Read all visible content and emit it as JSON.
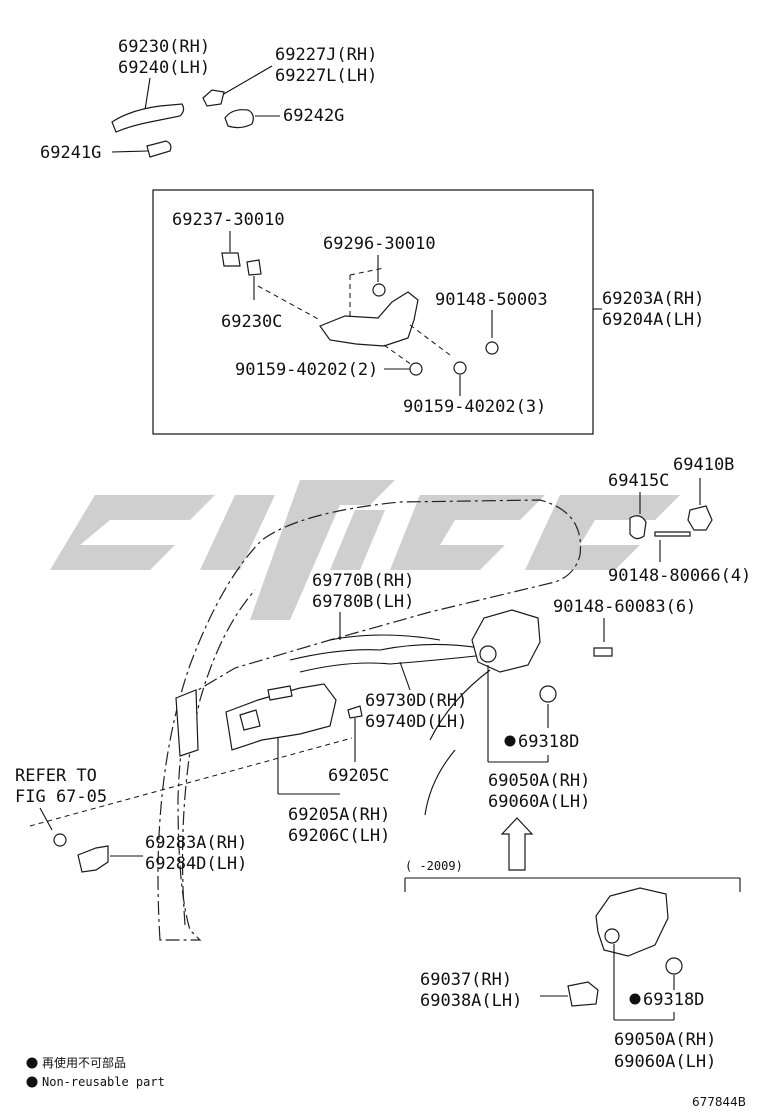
{
  "labels": {
    "p69230": "69230(RH)",
    "p69240": "69240(LH)",
    "p69227J": "69227J(RH)",
    "p69227L": "69227L(LH)",
    "p69242G": "69242G",
    "p69241G": "69241G",
    "p69237": "69237-30010",
    "p69296": "69296-30010",
    "p69230C": "69230C",
    "p90148_50003": "90148-50003",
    "p69203A": "69203A(RH)",
    "p69204A": "69204A(LH)",
    "p90159_2": "90159-40202(2)",
    "p90159_3": "90159-40202(3)",
    "p69410B": "69410B",
    "p69415C": "69415C",
    "p90148_80066": "90148-80066(4)",
    "p69770B": "69770B(RH)",
    "p69780B": "69780B(LH)",
    "p90148_60083": "90148-60083(6)",
    "p69730D": "69730D(RH)",
    "p69740D": "69740D(LH)",
    "p69318D_a": "69318D",
    "p69050A_a": "69050A(RH)",
    "p69060A_a": "69060A(LH)",
    "refer1": "REFER TO",
    "refer2": "FIG 67-05",
    "p69205C": "69205C",
    "p69205A": "69205A(RH)",
    "p69206C": "69206C(LH)",
    "p69283A": "69283A(RH)",
    "p69284D": "69284D(LH)",
    "date_range": "(   -2009)",
    "p69037": "69037(RH)",
    "p69038A": "69038A(LH)",
    "p69318D_b": "69318D",
    "p69050A_b": "69050A(RH)",
    "p69060A_b": "69060A(LH)",
    "legend_jp": "再使用不可部品",
    "legend_en": "Non-reusable part",
    "figure_id": "677844B"
  },
  "colors": {
    "line": "#111111",
    "watermark": "#cfcfcf",
    "background": "#ffffff"
  },
  "icons": {
    "non_reusable_marker": "filled-circle"
  }
}
